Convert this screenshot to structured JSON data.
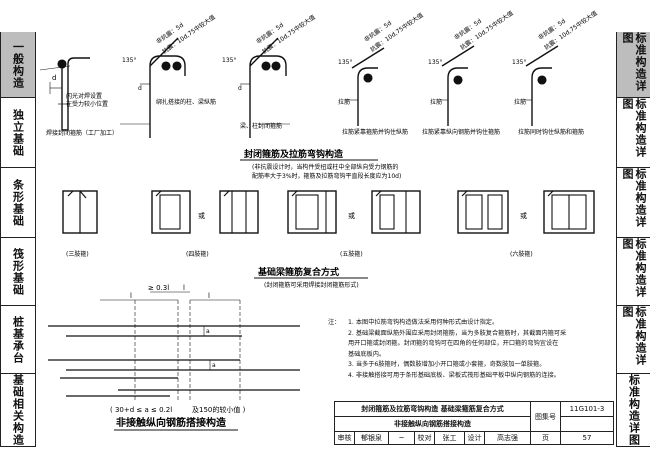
{
  "side_left": [
    "一般构造",
    "独立基础",
    "条形基础",
    "筏形基础",
    "桩基承台",
    "基础相关构造"
  ],
  "side_right": [
    "标准构造详图",
    "标准构造详图",
    "标准构造详图",
    "标准构造详图",
    "标准构造详图",
    "标准构造详图"
  ],
  "hook_section": {
    "label_d": "d",
    "label_135": "135°",
    "hook_length": "非抗震：5d",
    "hook_length_seismic": "抗震：10d,75中较大值",
    "weld_note_1": "闪光对焊设置",
    "weld_note_2": "在受力较小位置",
    "caption_1": "焊接封闭箍筋（工厂加工）",
    "caption_2_a": "绑扎搭接的柱、梁纵筋",
    "caption_2_b": "梁、柱封闭箍筋",
    "caption_3": "拉筋紧靠箍筋并钩住纵筋",
    "caption_4": "拉筋紧靠纵向钢筋并钩住箍筋",
    "caption_5": "拉筋同时钩住纵筋和箍筋",
    "label_lajin": "拉筋",
    "title": "封闭箍筋及拉筋弯钩构造",
    "sub_1": "(非抗震设计时，当构件受扭或柱中全部纵向受力钢筋的",
    "sub_2": "配筋率大于3%时，箍筋及拉筋弯钩平直段长度应为10d)"
  },
  "stirrup_section": {
    "or": "或",
    "legs3": "(三肢箍)",
    "legs4": "(四肢箍)",
    "legs5": "(五肢箍)",
    "legs6": "(六肢箍)",
    "title": "基础梁箍筋复合方式",
    "subtitle": "(封闭箍筋可采用焊接封闭箍筋形式)"
  },
  "lap_section": {
    "ge": "≥ 0.3l",
    "l": "l",
    "sub_l": "l",
    "a": "a",
    "note": "( 30+d ≤ a ≤ 0.2l",
    "note_tail": "及150的较小值 )",
    "title": "非接触纵向钢筋搭接构造"
  },
  "notes": {
    "lead": "注：",
    "items": [
      "1. 本图中拉筋弯钩构造做法采用何种形式由设计指定。",
      "2. 基础梁截面纵筋外围应采用封闭箍筋，当为多肢复合箍筋时，其截面内箍可采",
      "   用开口箍或封闭箍。封闭箍的弯钩可在四角的任何部位，开口箍的弯钩宜设在",
      "   基础底板内。",
      "3. 当多于6肢箍时，偶数肢增加小开口箍或小套箍，奇数肢加一单肢箍。",
      "4. 非接触搭接可用于条形基础底板、梁板式筏形基础平板中纵向钢筋的连接。"
    ]
  },
  "title_block": {
    "title_1": "封闭箍筋及拉筋弯钩构造  基础梁箍筋复合方式",
    "title_2": "非接触纵向钢筋搭接构造",
    "atlas_label": "图集号",
    "atlas_no": "11G101-3",
    "page_label": "页",
    "page_no": "57",
    "review": "审核",
    "reviewer": "郁银泉",
    "check": "校对",
    "checker": "张工",
    "design": "设计",
    "designer": "高志强"
  }
}
